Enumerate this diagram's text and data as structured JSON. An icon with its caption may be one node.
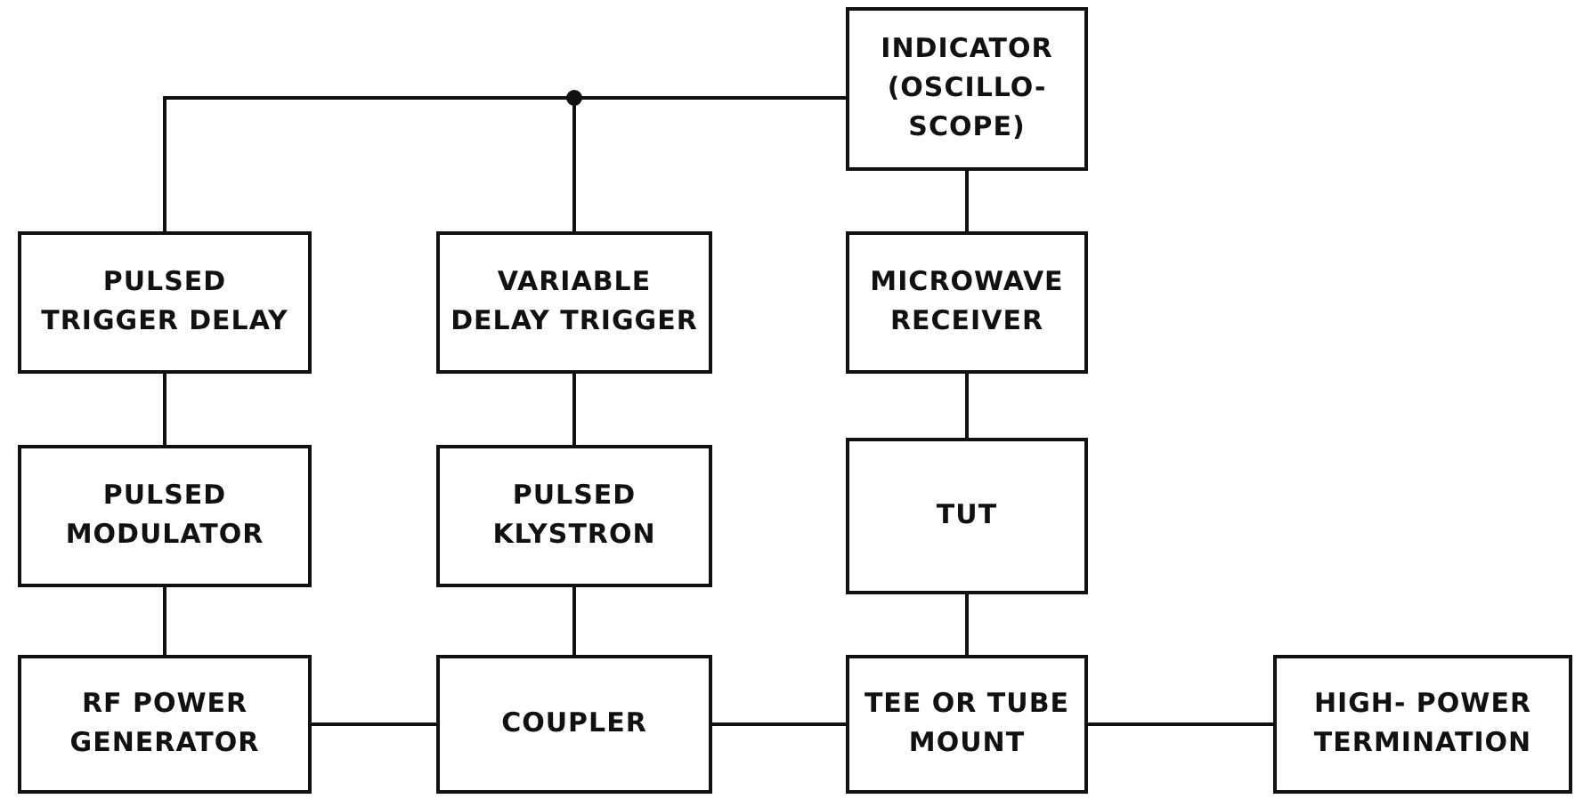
{
  "diagram": {
    "nodes": [
      {
        "text": [
          "INDICATOR (OSCILLO- SCOPE)"
        ]
      },
      {
        "text": [
          "PULSED TRIGGER DELAY"
        ]
      },
      {
        "text": [
          "VARIABLE DELAY TRIGGER"
        ]
      },
      {
        "text": [
          "MICROWAVE RECEIVER"
        ]
      },
      {
        "text": [
          "PULSED MODULATOR"
        ]
      },
      {
        "text": [
          "PULSED KLYSTRON"
        ]
      },
      {
        "text": [
          "TUT"
        ]
      },
      {
        "text": [
          "RF POWER GENERATOR"
        ]
      },
      {
        "text": [
          "COUPLER"
        ]
      },
      {
        "text": [
          "TEE OR TUBE MOUNT"
        ]
      },
      {
        "text": [
          "HIGH- POWER TERMINATION"
        ]
      }
    ],
    "edges": [
      {
        "from": 0,
        "to": 1,
        "arrow": "none"
      },
      {
        "from": 0,
        "to": 2,
        "arrow": "none"
      },
      {
        "from": 0,
        "to": 3,
        "arrow": "none"
      },
      {
        "from": 1,
        "to": 4,
        "arrow": "none"
      },
      {
        "from": 2,
        "to": 5,
        "arrow": "none"
      },
      {
        "from": 3,
        "to": 6,
        "arrow": "none"
      },
      {
        "from": 4,
        "to": 7,
        "arrow": "none"
      },
      {
        "from": 5,
        "to": 8,
        "arrow": "none"
      },
      {
        "from": 6,
        "to": 9,
        "arrow": "none"
      },
      {
        "from": 7,
        "to": 8,
        "arrow": "none"
      },
      {
        "from": 8,
        "to": 9,
        "arrow": "none"
      },
      {
        "from": 9,
        "to": 10,
        "arrow": "none"
      }
    ]
  }
}
